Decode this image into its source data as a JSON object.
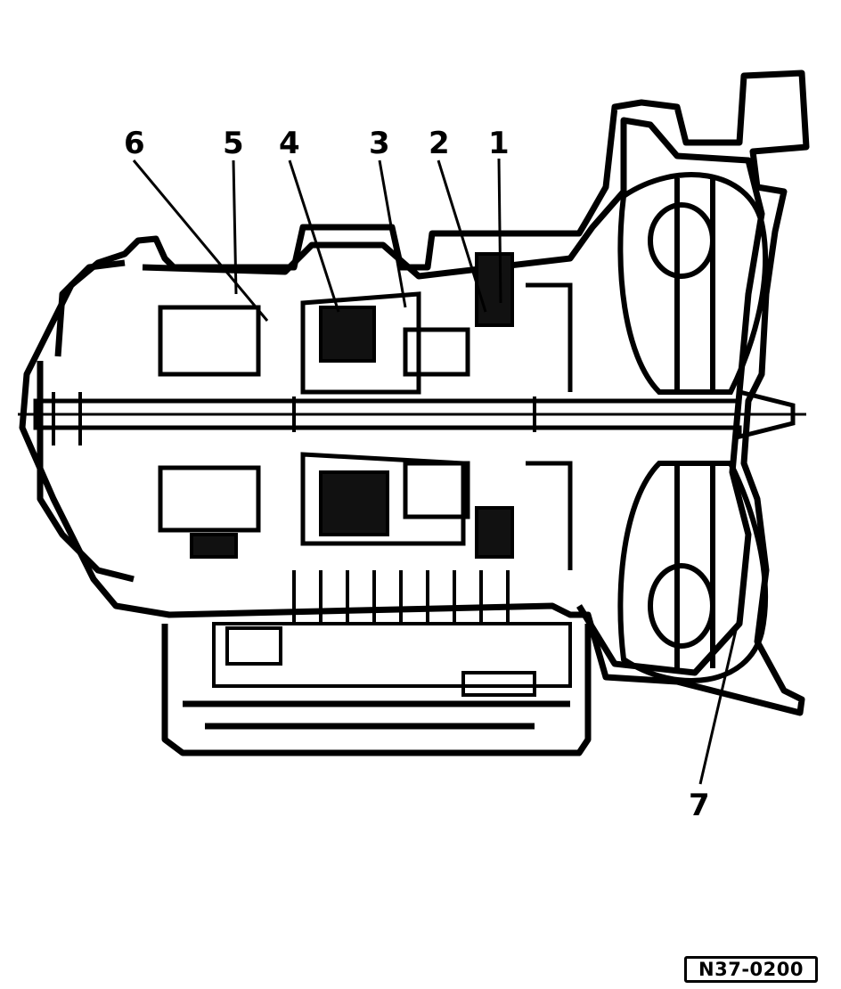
{
  "callouts": [
    {
      "id": "1",
      "label": "1"
    },
    {
      "id": "2",
      "label": "2"
    },
    {
      "id": "3",
      "label": "3"
    },
    {
      "id": "4",
      "label": "4"
    },
    {
      "id": "5",
      "label": "5"
    },
    {
      "id": "6",
      "label": "6"
    },
    {
      "id": "7",
      "label": "7"
    }
  ],
  "figure_ref": "N37-0200",
  "colors": {
    "ink": "#000000",
    "paper": "#ffffff",
    "fill_dark": "#111111"
  }
}
